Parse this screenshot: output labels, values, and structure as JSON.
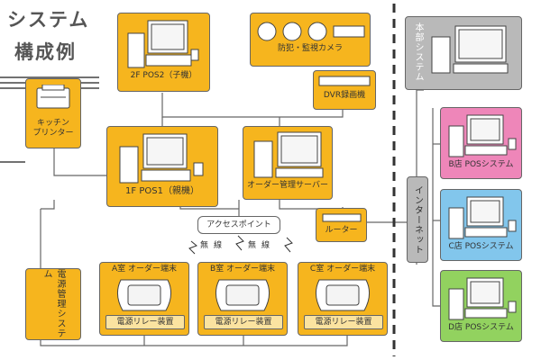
{
  "title": {
    "line1": "システム",
    "line2": "構成例"
  },
  "nodes": {
    "kitchen_printer": "キッチン\nプリンター",
    "pos2": "2F POS2（子機）",
    "cameras": "防犯・監視カメラ",
    "dvr": "DVR録画機",
    "pos1": "1F POS1（親機）",
    "order_server": "オーダー管理サーバー",
    "access_point": "アクセスポイント",
    "router": "ルーター",
    "wireless": "無線",
    "room_a": "A室 オーダー端末",
    "room_b": "B室 オーダー端末",
    "room_c": "C室 オーダー端末",
    "relay": "電源リレー装置",
    "power_mgmt": "電源管理システム",
    "internet": "インターネット",
    "hq": "本部システム",
    "store_b": "B店 POSシステム",
    "store_c": "C店 POSシステム",
    "store_d": "D店 POSシステム"
  },
  "colors": {
    "yellow": "#f6b51e",
    "gray": "#b9b9b9",
    "pink": "#ee86b9",
    "blue": "#82c6ec",
    "green": "#92d25f"
  }
}
